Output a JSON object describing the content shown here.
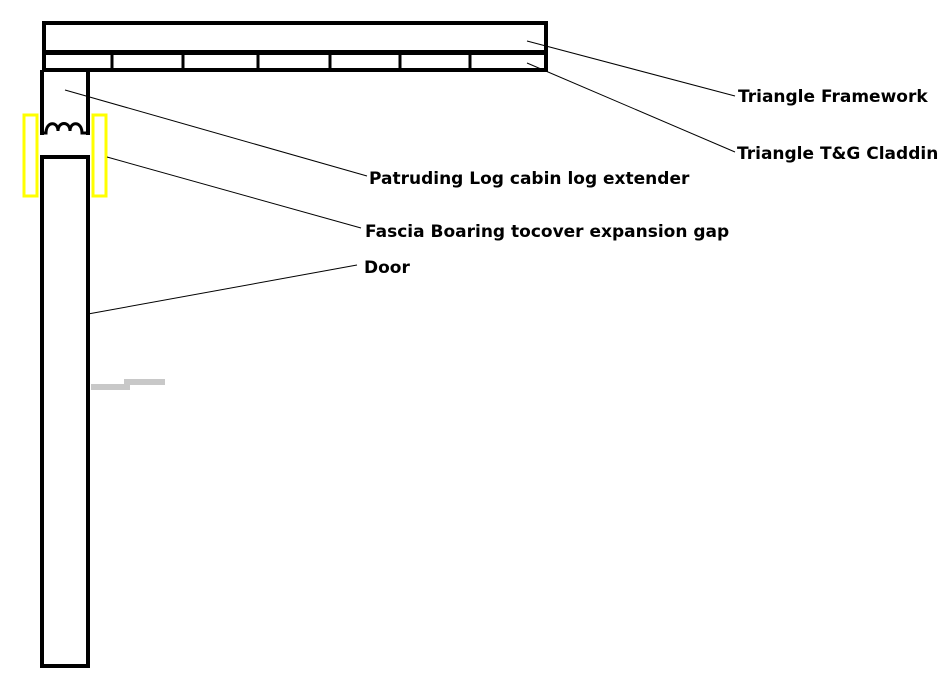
{
  "labels": {
    "triangle_framework": "Triangle Framework",
    "triangle_cladding": "Triangle T&G Cladding",
    "log_extender": "Patruding Log cabin log extender",
    "fascia_boarding": "Fascia Boaring tocover expansion gap",
    "door": "Door"
  },
  "colors": {
    "outline": "#000000",
    "fascia_highlight": "#ffff00",
    "background": "#ffffff",
    "stray_mark": "#c8c8c8"
  }
}
